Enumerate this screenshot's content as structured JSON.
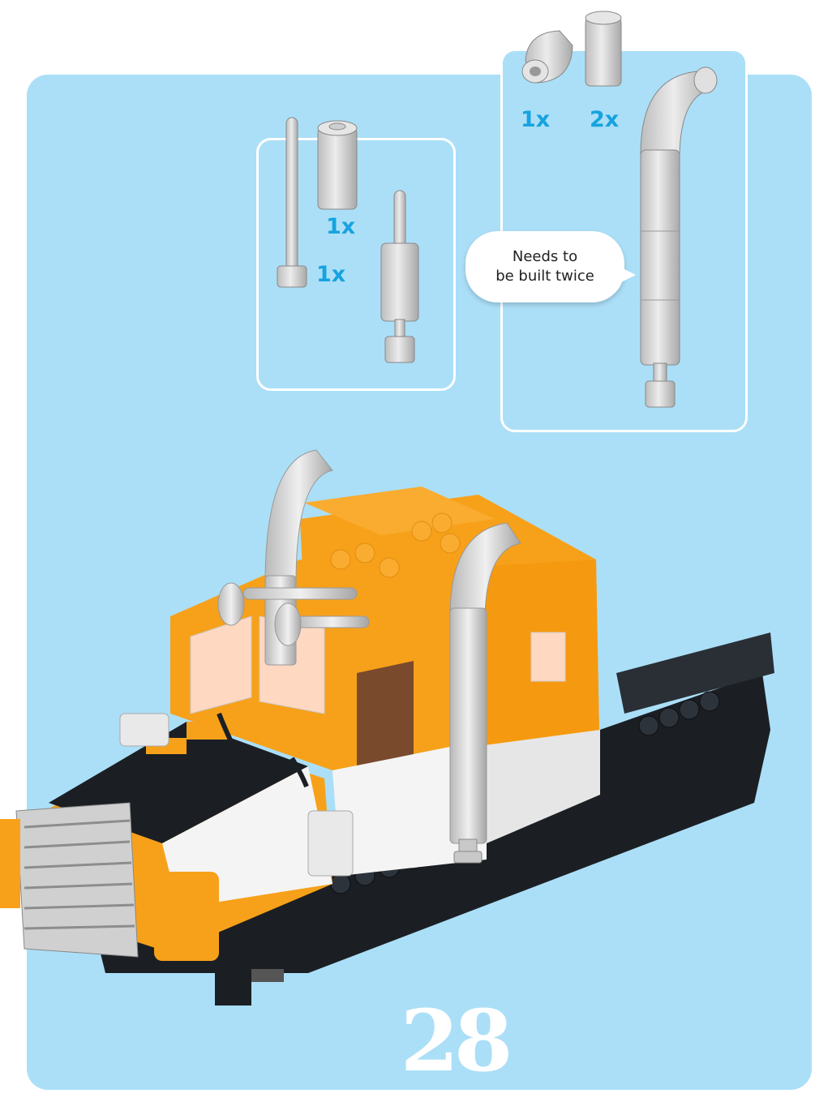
{
  "parts": {
    "left_box": {
      "qty_axle": "1x",
      "qty_cylinder": "1x"
    },
    "right_box": {
      "qty_elbow": "1x",
      "qty_round": "2x",
      "note_line1": "Needs to",
      "note_line2": "be built twice"
    }
  },
  "step": {
    "number": "28"
  },
  "colors": {
    "background": "#abdff7",
    "quantity": "#16a3df",
    "cab": "#f7a11a",
    "chassis": "#1b1f24",
    "chrome": "#d9d9d9"
  }
}
